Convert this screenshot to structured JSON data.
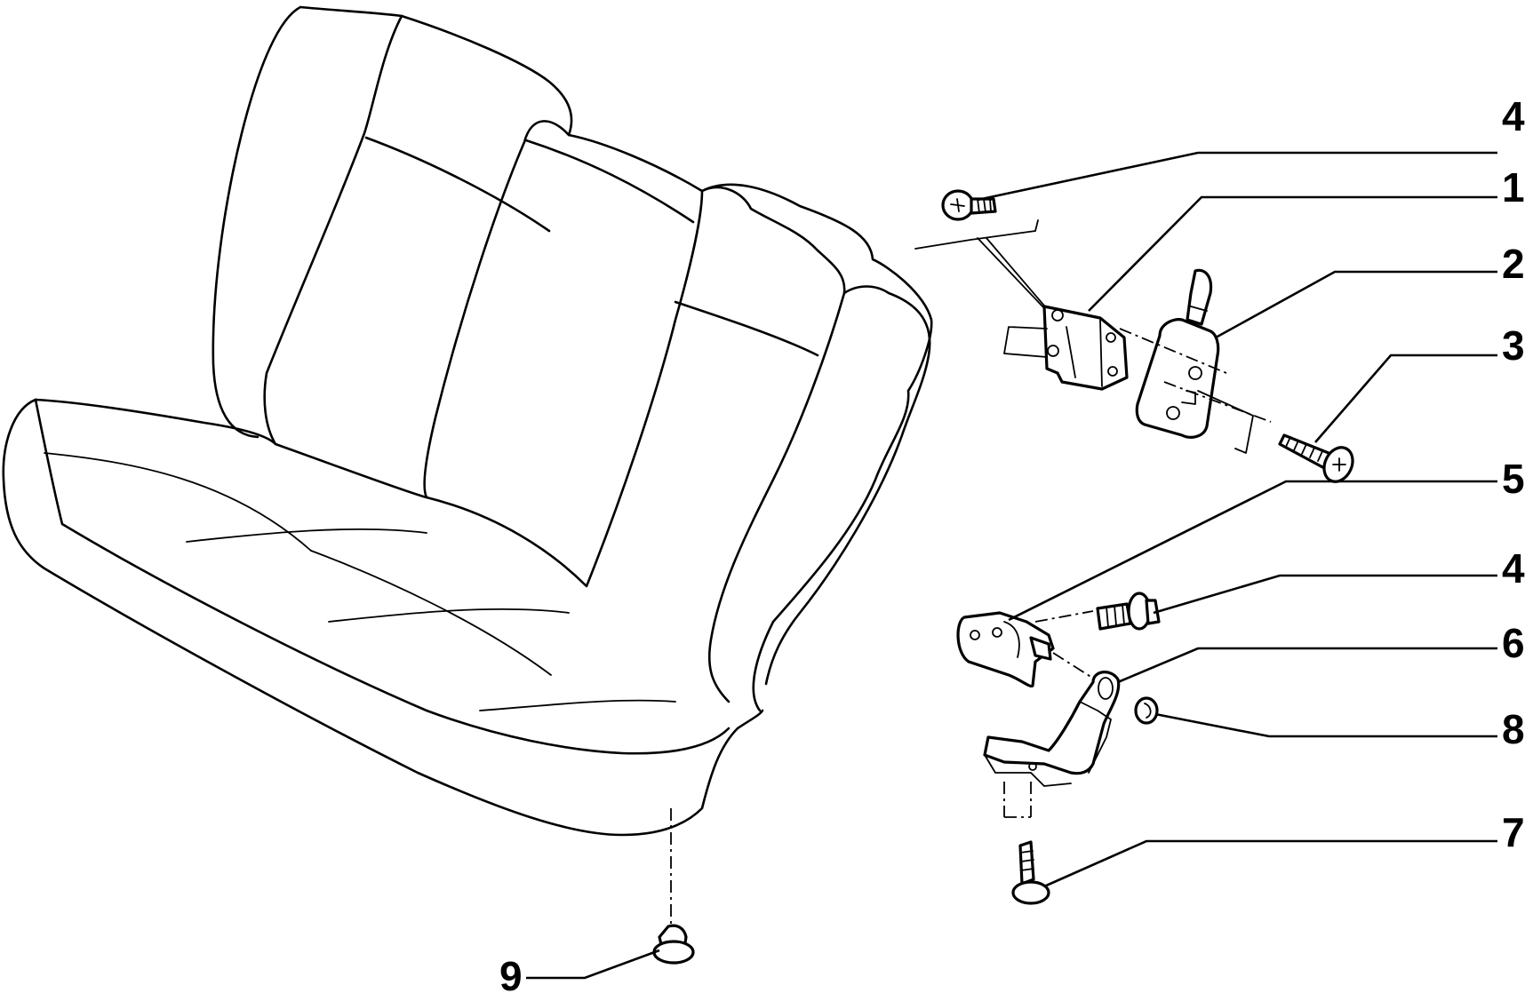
{
  "callouts": {
    "c1": "1",
    "c2": "2",
    "c3": "3",
    "c4a": "4",
    "c4b": "4",
    "c5": "5",
    "c6": "6",
    "c7": "7",
    "c8": "8",
    "c9": "9"
  }
}
